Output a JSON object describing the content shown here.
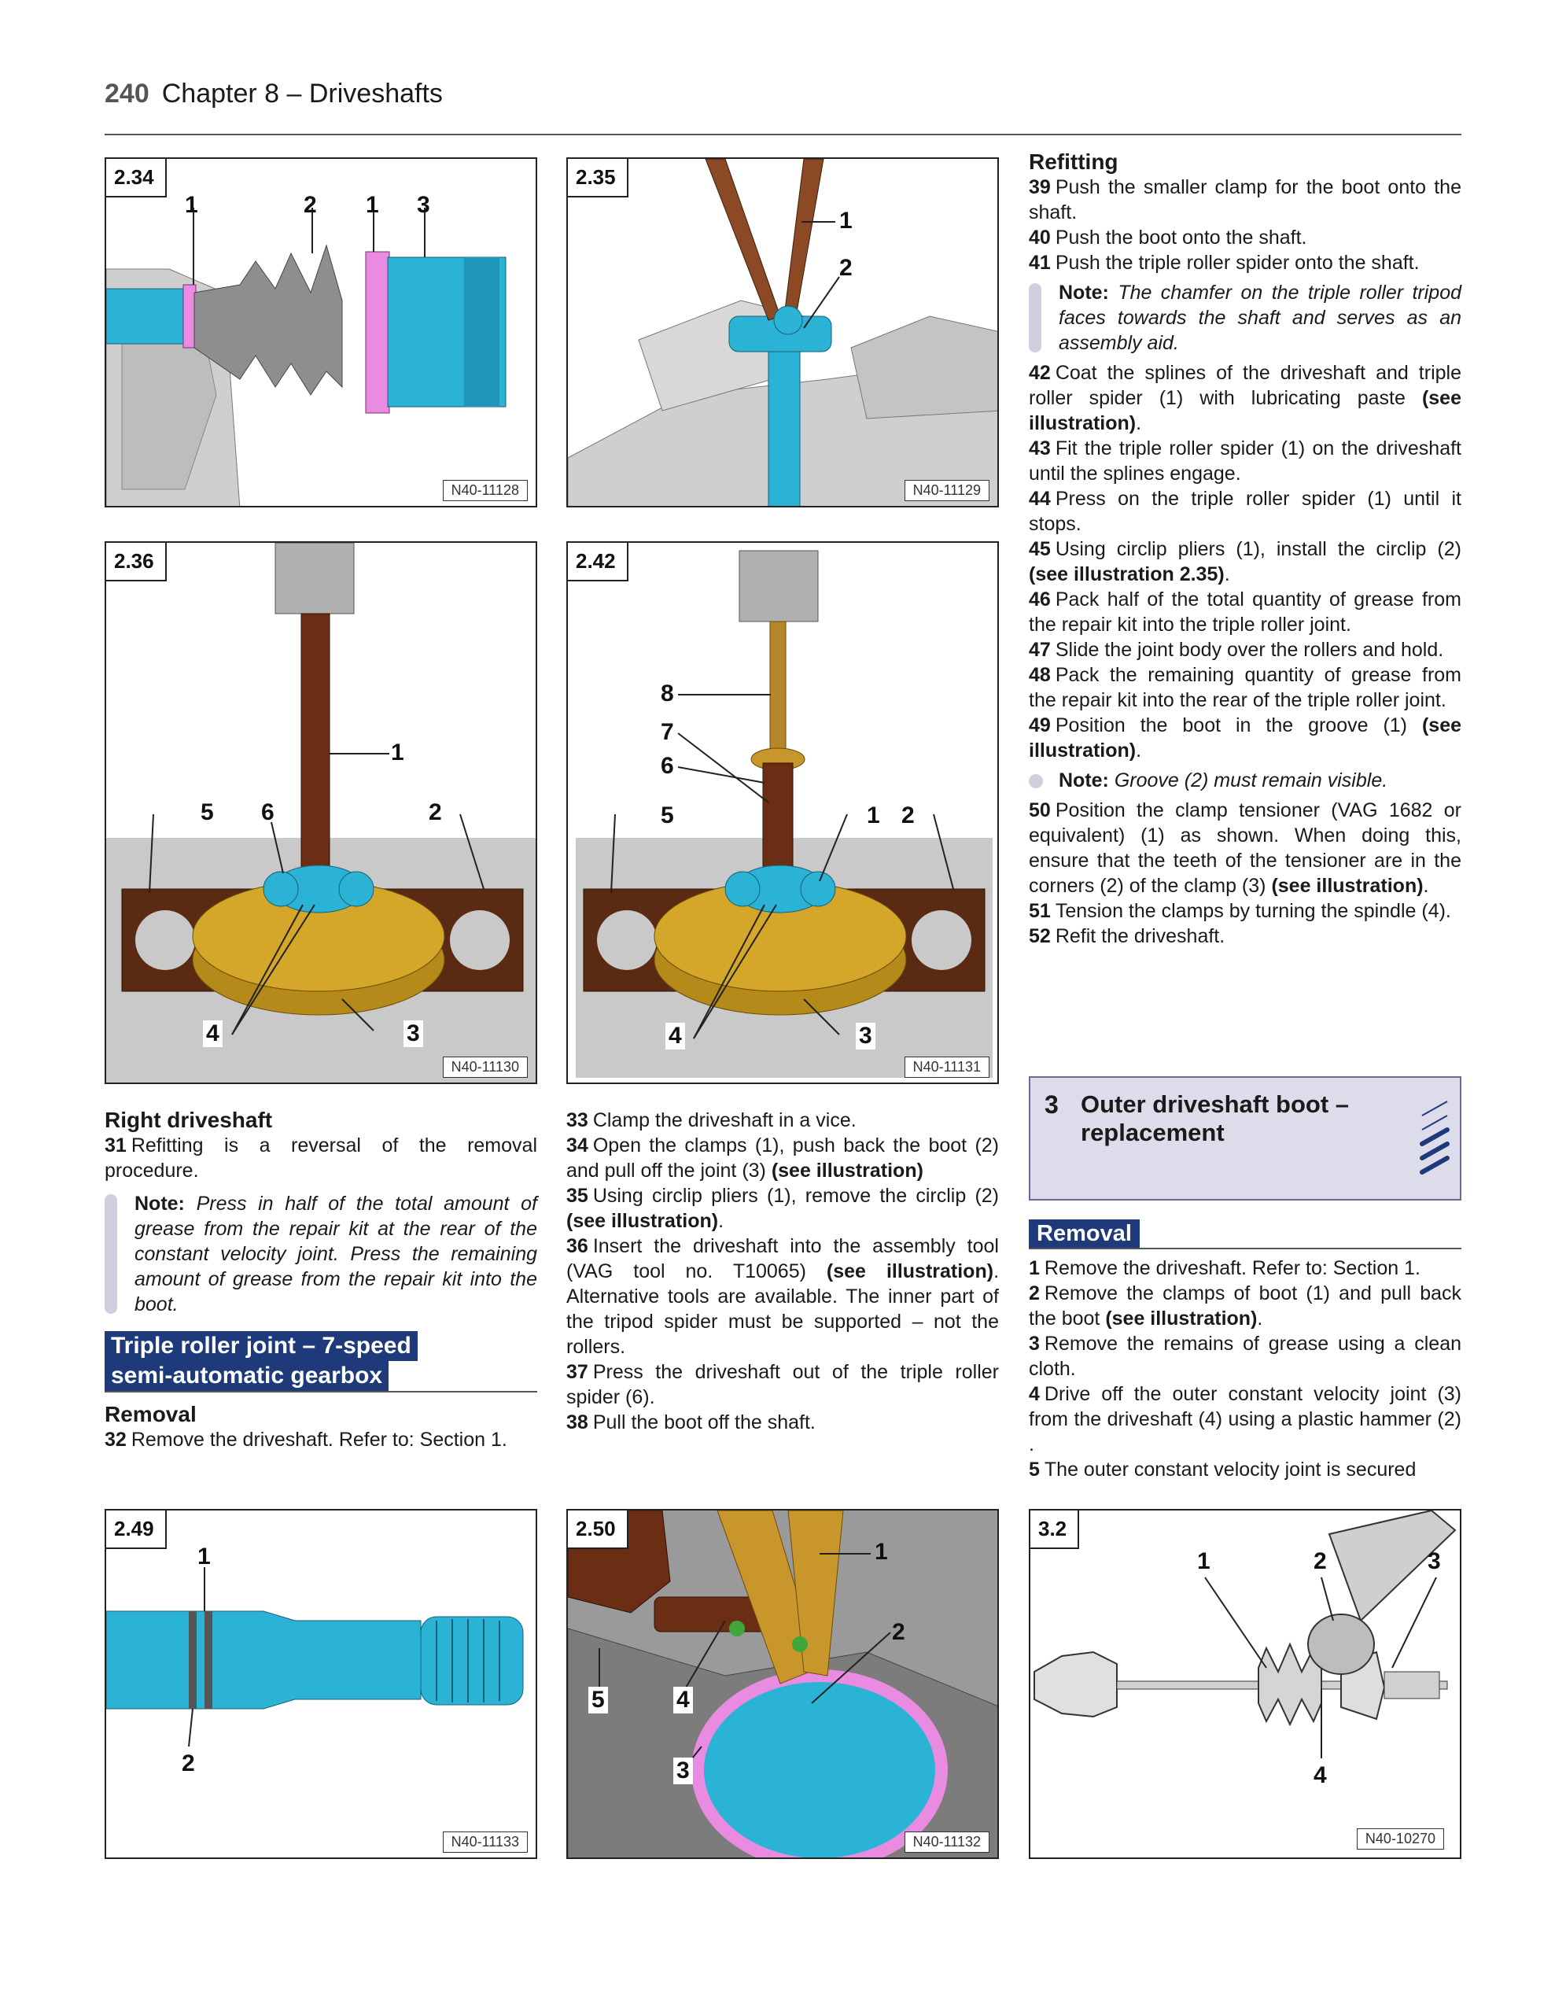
{
  "header": {
    "page_number": "240",
    "chapter": "Chapter 8 – Driveshafts"
  },
  "figures": {
    "f234": {
      "num": "2.34",
      "ref": "N40-11128",
      "callouts": [
        "1",
        "2",
        "1",
        "3"
      ]
    },
    "f235": {
      "num": "2.35",
      "ref": "N40-11129",
      "callouts": [
        "1",
        "2"
      ]
    },
    "f236": {
      "num": "2.36",
      "ref": "N40-11130",
      "callouts": [
        "1",
        "5",
        "6",
        "2",
        "4",
        "3"
      ]
    },
    "f242": {
      "num": "2.42",
      "ref": "N40-11131",
      "callouts": [
        "8",
        "7",
        "6",
        "5",
        "1",
        "2",
        "4",
        "3"
      ]
    },
    "f249": {
      "num": "2.49",
      "ref": "N40-11133",
      "callouts": [
        "1",
        "2"
      ]
    },
    "f250": {
      "num": "2.50",
      "ref": "N40-11132",
      "callouts": [
        "1",
        "2",
        "5",
        "4",
        "3"
      ]
    },
    "f32": {
      "num": "3.2",
      "ref": "N40-10270",
      "callouts": [
        "1",
        "2",
        "3",
        "4"
      ]
    }
  },
  "left": {
    "heading": "Right driveshaft",
    "s31": {
      "n": "31",
      "t": "Refitting is a reversal of the removal procedure."
    },
    "note1": {
      "label": "Note:",
      "t": "Press in half of the total amount of grease from the repair kit at the rear of the constant velocity joint. Press the remaining amount of grease from the repair kit into the boot."
    },
    "banner_l1": "Triple roller joint – 7-speed",
    "banner_l2": "semi-automatic gearbox",
    "removal": "Removal",
    "s32": {
      "n": "32",
      "t": "Remove the driveshaft. Refer to: Section 1."
    }
  },
  "middle": {
    "s33": {
      "n": "33",
      "t": "Clamp the driveshaft in a vice."
    },
    "s34": {
      "n": "34",
      "t": "Open the clamps (1), push back the boot (2) and pull off the joint (3)",
      "b": "(see illustration)"
    },
    "s35": {
      "n": "35",
      "t": "Using circlip pliers (1), remove the circlip (2)",
      "b": "(see illustration)",
      "end": "."
    },
    "s36": {
      "n": "36",
      "t": "Insert the driveshaft into the assembly tool (VAG tool no. T10065)",
      "b": "(see illustration)",
      "end": ". Alternative tools are available. The inner part of the tripod spider must be supported – not the rollers."
    },
    "s37": {
      "n": "37",
      "t": "Press the driveshaft out of the triple roller spider (6)."
    },
    "s38": {
      "n": "38",
      "t": "Pull the boot off the shaft."
    }
  },
  "right": {
    "heading": "Refitting",
    "s39": {
      "n": "39",
      "t": "Push the smaller clamp for the boot onto the shaft."
    },
    "s40": {
      "n": "40",
      "t": "Push the boot onto the shaft."
    },
    "s41": {
      "n": "41",
      "t": "Push the triple roller spider onto the shaft."
    },
    "note2": {
      "label": "Note:",
      "t": "The chamfer on the triple roller tripod faces towards the shaft and serves as an assembly aid."
    },
    "s42": {
      "n": "42",
      "t": "Coat the splines of the driveshaft and triple roller spider (1) with lubricating paste",
      "b": "(see illustration)",
      "end": "."
    },
    "s43": {
      "n": "43",
      "t": "Fit the triple roller spider (1) on the driveshaft until the splines engage."
    },
    "s44": {
      "n": "44",
      "t": "Press on the triple roller spider (1) until it stops."
    },
    "s45": {
      "n": "45",
      "t": "Using circlip pliers (1), install the circlip (2)",
      "b": "(see illustration 2.35)",
      "end": "."
    },
    "s46": {
      "n": "46",
      "t": "Pack half of the total quantity of grease from the repair kit into the triple roller joint."
    },
    "s47": {
      "n": "47",
      "t": "Slide the joint body over the rollers and hold."
    },
    "s48": {
      "n": "48",
      "t": "Pack the remaining quantity of grease from the repair kit into the rear of the triple roller joint."
    },
    "s49": {
      "n": "49",
      "t": "Position the boot in the groove (1)",
      "b": "(see illustration)",
      "end": "."
    },
    "note3": {
      "label": "Note:",
      "t": "Groove (2) must remain visible."
    },
    "s50": {
      "n": "50",
      "t": "Position the clamp tensioner (VAG 1682 or equivalent) (1) as shown. When doing this, ensure that the teeth of the tensioner are in the corners (2) of the clamp (3)",
      "b": "(see illustration)",
      "end": "."
    },
    "s51": {
      "n": "51",
      "t": "Tension the clamps by turning the spindle (4)."
    },
    "s52": {
      "n": "52",
      "t": "Refit the driveshaft."
    },
    "section_num": "3",
    "section_title_l1": "Outer driveshaft boot –",
    "section_title_l2": "replacement",
    "removal": "Removal",
    "r1": {
      "n": "1",
      "t": "Remove the driveshaft. Refer to: Section 1."
    },
    "r2": {
      "n": "2",
      "t": "Remove the clamps of boot (1) and pull back the boot",
      "b": "(see illustration)",
      "end": "."
    },
    "r3": {
      "n": "3",
      "t": "Remove the remains of grease using a clean cloth."
    },
    "r4": {
      "n": "4",
      "t": "Drive off the outer constant velocity joint (3) from the driveshaft (4) using a plastic hammer (2) ."
    },
    "r5": {
      "n": "5",
      "t": "The outer constant velocity joint is secured"
    }
  },
  "colors": {
    "banner": "#1f3a7a",
    "note_bar": "#cfcfe0",
    "section_box": "#dcdcea",
    "shaft_cyan": "#2bb3d6",
    "tool_brown": "#5a2a12",
    "clamp_pink": "#e98be0"
  }
}
